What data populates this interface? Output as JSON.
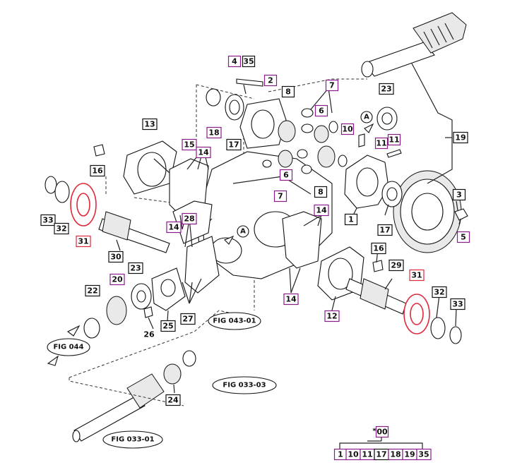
{
  "labels": [
    {
      "text": "4",
      "style": "purple"
    },
    {
      "text": "35",
      "style": "black"
    },
    {
      "text": "2",
      "style": "purple"
    },
    {
      "text": "7",
      "style": "purple"
    },
    {
      "text": "23",
      "style": "black"
    },
    {
      "text": "8",
      "style": "black"
    },
    {
      "text": "6",
      "style": "purple"
    },
    {
      "text": "18",
      "style": "purple"
    },
    {
      "text": "17",
      "style": "black"
    },
    {
      "text": "10",
      "style": "purple"
    },
    {
      "text": "11",
      "style": "purple"
    },
    {
      "text": "11",
      "style": "purple"
    },
    {
      "text": "19",
      "style": "black"
    },
    {
      "text": "13",
      "style": "black"
    },
    {
      "text": "15",
      "style": "purple"
    },
    {
      "text": "14",
      "style": "purple"
    },
    {
      "text": "16",
      "style": "black"
    },
    {
      "text": "6",
      "style": "purple"
    },
    {
      "text": "7",
      "style": "purple"
    },
    {
      "text": "8",
      "style": "black"
    },
    {
      "text": "1",
      "style": "black"
    },
    {
      "text": "17",
      "style": "black"
    },
    {
      "text": "3",
      "style": "black"
    },
    {
      "text": "5",
      "style": "purple"
    },
    {
      "text": "33",
      "style": "black"
    },
    {
      "text": "32",
      "style": "black"
    },
    {
      "text": "31",
      "style": "red"
    },
    {
      "text": "14",
      "style": "purple"
    },
    {
      "text": "28",
      "style": "purple"
    },
    {
      "text": "14",
      "style": "purple"
    },
    {
      "text": "30",
      "style": "black"
    },
    {
      "text": "16",
      "style": "black"
    },
    {
      "text": "20",
      "style": "purple"
    },
    {
      "text": "23",
      "style": "black"
    },
    {
      "text": "22",
      "style": "black"
    },
    {
      "text": "29",
      "style": "black"
    },
    {
      "text": "31",
      "style": "red"
    },
    {
      "text": "14",
      "style": "purple"
    },
    {
      "text": "12",
      "style": "purple"
    },
    {
      "text": "32",
      "style": "black"
    },
    {
      "text": "33",
      "style": "black"
    },
    {
      "text": "25",
      "style": "black"
    },
    {
      "text": "27",
      "style": "black"
    },
    {
      "text": "24",
      "style": "black"
    },
    {
      "text": "00",
      "style": "purple"
    },
    {
      "text": "1",
      "style": "purple"
    },
    {
      "text": "10",
      "style": "purple"
    },
    {
      "text": "11",
      "style": "purple"
    },
    {
      "text": "17",
      "style": "black"
    },
    {
      "text": "18",
      "style": "purple"
    },
    {
      "text": "19",
      "style": "purple"
    },
    {
      "text": "35",
      "style": "purple"
    }
  ],
  "plain_labels": [
    {
      "text": "26"
    }
  ],
  "callouts": [
    {
      "text": "A"
    },
    {
      "text": "A"
    }
  ],
  "fig_refs": [
    {
      "text": "FIG 043-01"
    },
    {
      "text": "FIG 044"
    },
    {
      "text": "FIG 033-03"
    },
    {
      "text": "FIG 033-01"
    }
  ],
  "tail_prefix": "*",
  "colors": {
    "purple": "#8b1a8b",
    "black": "#111111",
    "red": "#e0283b"
  }
}
